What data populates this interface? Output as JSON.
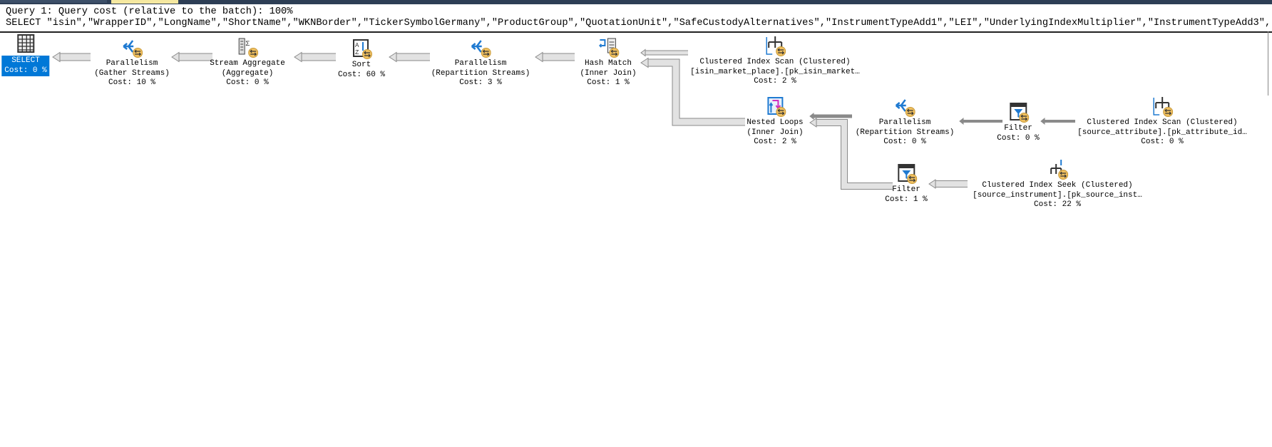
{
  "header": {
    "query_cost": "Query 1: Query cost (relative to the batch): 100%",
    "query_text": "SELECT \"isin\",\"WrapperID\",\"LongName\",\"ShortName\",\"WKNBorder\",\"TickerSymbolGermany\",\"ProductGroup\",\"QuotationUnit\",\"SafeCustodyAlternatives\",\"InstrumentTypeAdd1\",\"LEI\",\"UnderlyingIndexMultiplier\",\"InstrumentTypeAdd3\","
  },
  "colors": {
    "selection": "#0078d7",
    "badge": "#f0c060",
    "icon_blue": "#1f7ad1"
  },
  "nodes": [
    {
      "id": "select",
      "icon": "select-icon",
      "lines": [
        "SELECT",
        "Cost: 0 %"
      ],
      "selected": true
    },
    {
      "id": "parallelism-gather",
      "icon": "parallelism-icon",
      "lines": [
        "Parallelism",
        "(Gather Streams)",
        "Cost: 10 %"
      ]
    },
    {
      "id": "stream-aggregate",
      "icon": "stream-aggregate-icon",
      "lines": [
        "Stream Aggregate",
        "(Aggregate)",
        "Cost: 0 %"
      ]
    },
    {
      "id": "sort",
      "icon": "sort-icon",
      "lines": [
        "Sort",
        "Cost: 60 %"
      ]
    },
    {
      "id": "parallelism-repartition-1",
      "icon": "parallelism-icon",
      "lines": [
        "Parallelism",
        "(Repartition Streams)",
        "Cost: 3 %"
      ]
    },
    {
      "id": "hash-match",
      "icon": "hash-match-icon",
      "lines": [
        "Hash Match",
        "(Inner Join)",
        "Cost: 1 %"
      ]
    },
    {
      "id": "clustered-index-scan-isin",
      "icon": "clustered-index-scan-icon",
      "lines": [
        "Clustered Index Scan (Clustered)",
        "[isin_market_place].[pk_isin_market…",
        "Cost: 2 %"
      ]
    },
    {
      "id": "nested-loops",
      "icon": "nested-loops-icon",
      "lines": [
        "Nested Loops",
        "(Inner Join)",
        "Cost: 2 %"
      ]
    },
    {
      "id": "parallelism-repartition-2",
      "icon": "parallelism-icon",
      "lines": [
        "Parallelism",
        "(Repartition Streams)",
        "Cost: 0 %"
      ]
    },
    {
      "id": "filter-1",
      "icon": "filter-icon",
      "lines": [
        "Filter",
        "Cost: 0 %"
      ]
    },
    {
      "id": "clustered-index-scan-attribute",
      "icon": "clustered-index-scan-icon",
      "lines": [
        "Clustered Index Scan (Clustered)",
        "[source_attribute].[pk_attribute_id…",
        "Cost: 0 %"
      ]
    },
    {
      "id": "filter-2",
      "icon": "filter-icon",
      "lines": [
        "Filter",
        "Cost: 1 %"
      ]
    },
    {
      "id": "clustered-index-seek-instrument",
      "icon": "clustered-index-seek-icon",
      "lines": [
        "Clustered Index Seek (Clustered)",
        "[source_instrument].[pk_source_inst…",
        "Cost: 22 %"
      ]
    }
  ]
}
